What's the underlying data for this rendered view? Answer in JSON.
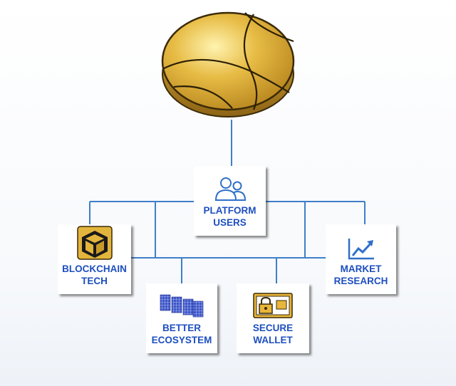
{
  "colors": {
    "connector": "#3f7fc8",
    "label": "#1d4fbf",
    "coin_gold": "#e2b53c",
    "coin_dark": "#7a5410",
    "icon_blue": "#2f6fc8"
  },
  "icons": {
    "top": "gold-coin-icon",
    "platform_users": "users-icon",
    "blockchain_tech": "cube-icon",
    "market_research": "trend-chart-icon",
    "better_ecosystem": "blocks-grid-icon",
    "secure_wallet": "padlock-wallet-icon"
  },
  "nodes": {
    "platform_users": {
      "label": "PLATFORM\nUSERS"
    },
    "blockchain_tech": {
      "label": "BLOCKCHAIN\nTECH"
    },
    "market_research": {
      "label": "MARKET\nRESEARCH"
    },
    "better_ecosystem": {
      "label": "BETTER\nECOSYSTEM"
    },
    "secure_wallet": {
      "label": "SECURE\nWALLET"
    }
  }
}
